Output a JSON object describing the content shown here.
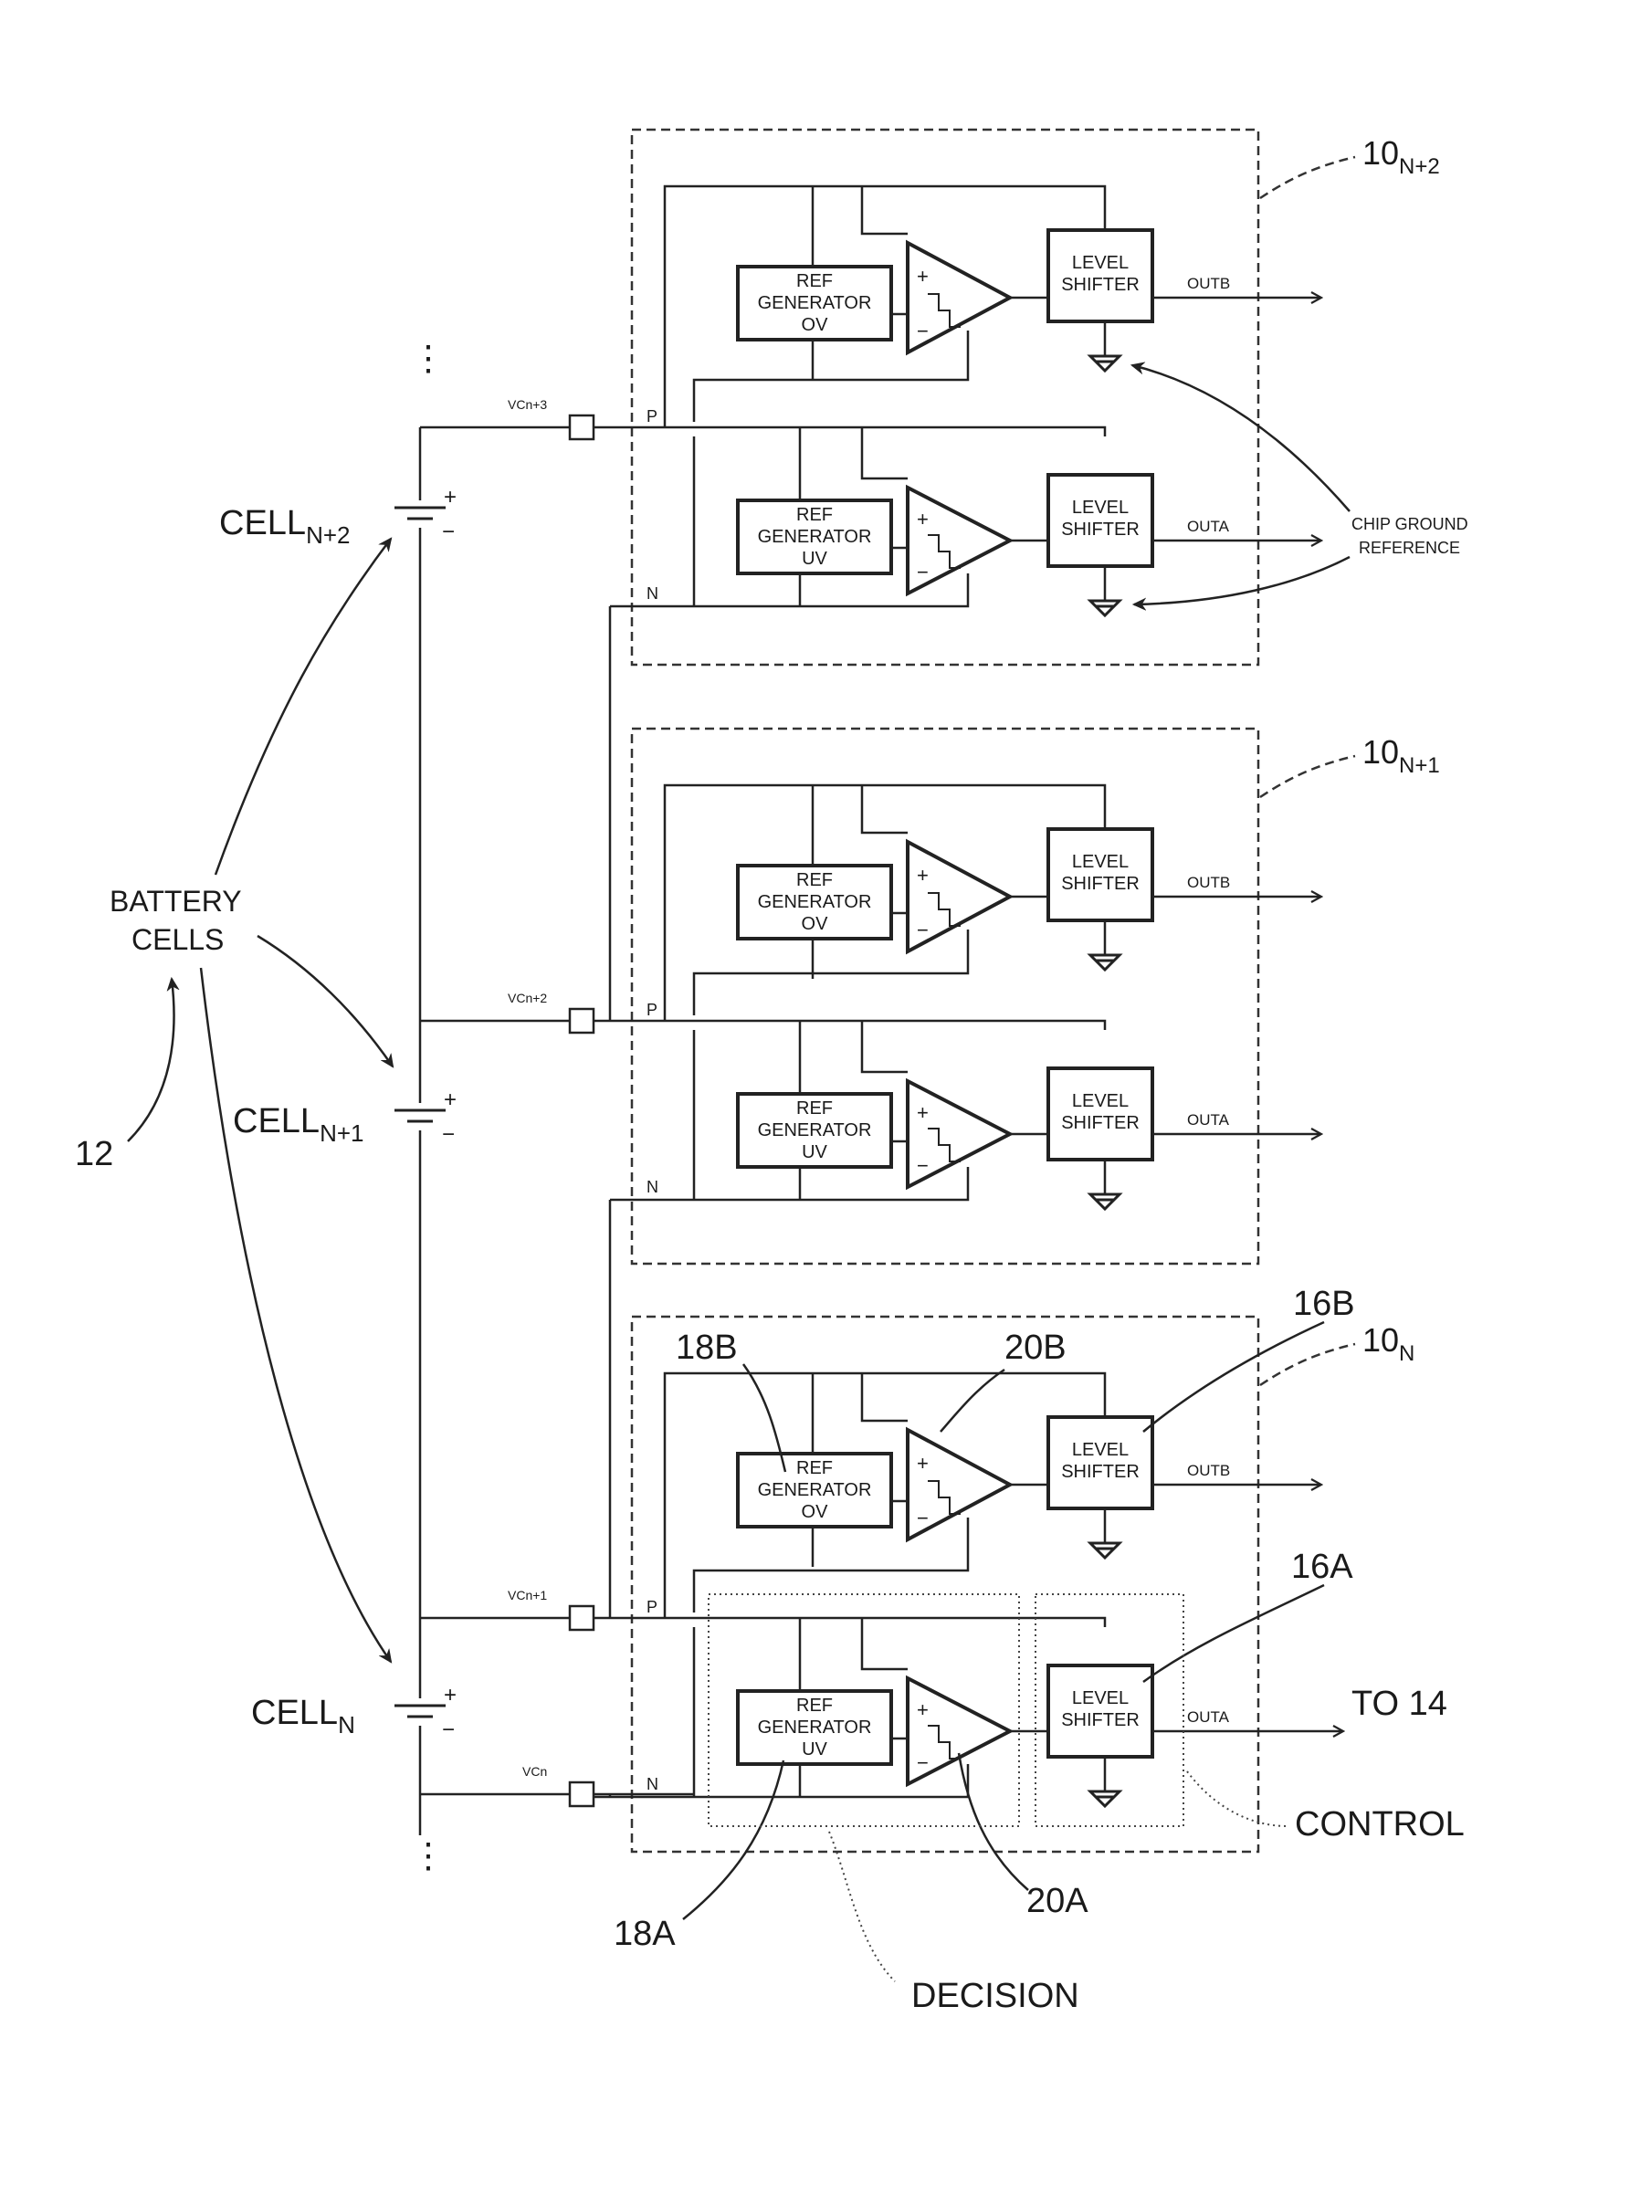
{
  "cells": [
    {
      "label": "CELL",
      "sub": "N+2"
    },
    {
      "label": "CELL",
      "sub": "N+1"
    },
    {
      "label": "CELL",
      "sub": "N"
    }
  ],
  "battery_label_line1": "BATTERY",
  "battery_label_line2": "CELLS",
  "ref_12": "12",
  "modules": [
    {
      "label": "10",
      "sub": "N+2",
      "vc": "VCn+3"
    },
    {
      "label": "10",
      "sub": "N+1",
      "vc": "VCn+2"
    },
    {
      "label": "10",
      "sub": "N",
      "vc": "VCn+1"
    }
  ],
  "vc_bottom": "VCn",
  "ref_gen_ov": [
    "REF",
    "GENERATOR",
    "OV"
  ],
  "ref_gen_uv": [
    "REF",
    "GENERATOR",
    "UV"
  ],
  "level_shifter": [
    "LEVEL",
    "SHIFTER"
  ],
  "outb": "OUTB",
  "outa": "OUTA",
  "pin_p": "P",
  "pin_n": "N",
  "plus": "+",
  "minus": "−",
  "chip_ground_line1": "CHIP GROUND",
  "chip_ground_line2": "REFERENCE",
  "callouts": {
    "r16b": "16B",
    "r16a": "16A",
    "r18b": "18B",
    "r18a": "18A",
    "r20b": "20B",
    "r20a": "20A"
  },
  "to14": "TO 14",
  "control": "CONTROL",
  "decision": "DECISION",
  "ellipsis": "⋮"
}
